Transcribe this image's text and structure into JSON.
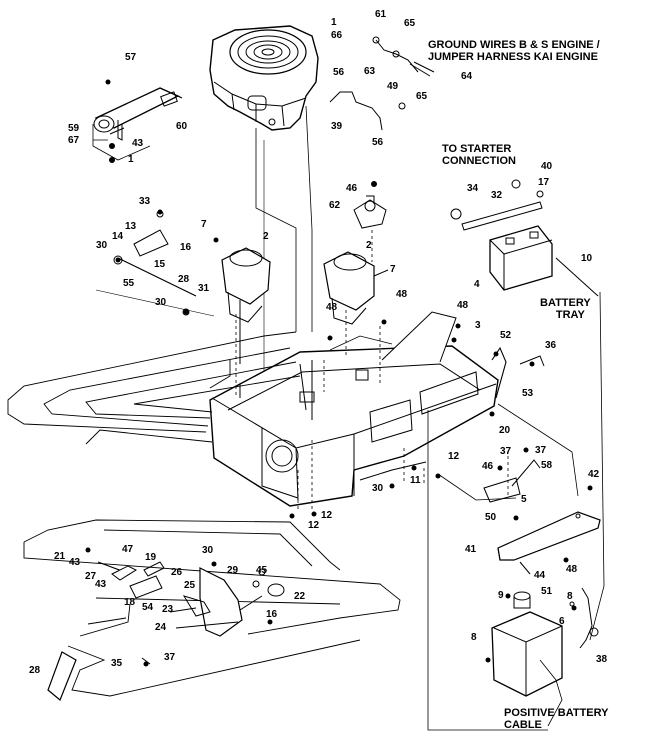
{
  "captions": {
    "ground_wires": [
      "GROUND WIRES B & S ENGINE /",
      "JUMPER HARNESS KAI ENGINE"
    ],
    "to_starter": [
      "TO STARTER",
      "CONNECTION"
    ],
    "battery_tray": [
      "BATTERY",
      "TRAY"
    ],
    "positive_battery_cable": [
      "POSITIVE BATTERY",
      "CABLE"
    ]
  },
  "callouts": [
    "1",
    "66",
    "61",
    "65",
    "63",
    "64",
    "65",
    "57",
    "56",
    "49",
    "39",
    "56",
    "59",
    "67",
    "60",
    "43",
    "1",
    "46",
    "62",
    "40",
    "17",
    "34",
    "32",
    "4",
    "10",
    "33",
    "7",
    "13",
    "14",
    "16",
    "30",
    "55",
    "15",
    "28",
    "31",
    "30",
    "2",
    "2",
    "7",
    "48",
    "48",
    "48",
    "3",
    "52",
    "36",
    "53",
    "20",
    "37",
    "46",
    "37",
    "58",
    "12",
    "11",
    "30",
    "12",
    "12",
    "5",
    "42",
    "50",
    "41",
    "48",
    "44",
    "9",
    "51",
    "8",
    "6",
    "8",
    "38",
    "30",
    "21",
    "47",
    "19",
    "43",
    "45",
    "27",
    "26",
    "29",
    "43",
    "22",
    "25",
    "18",
    "54",
    "23",
    "24",
    "16",
    "28",
    "35",
    "37"
  ]
}
